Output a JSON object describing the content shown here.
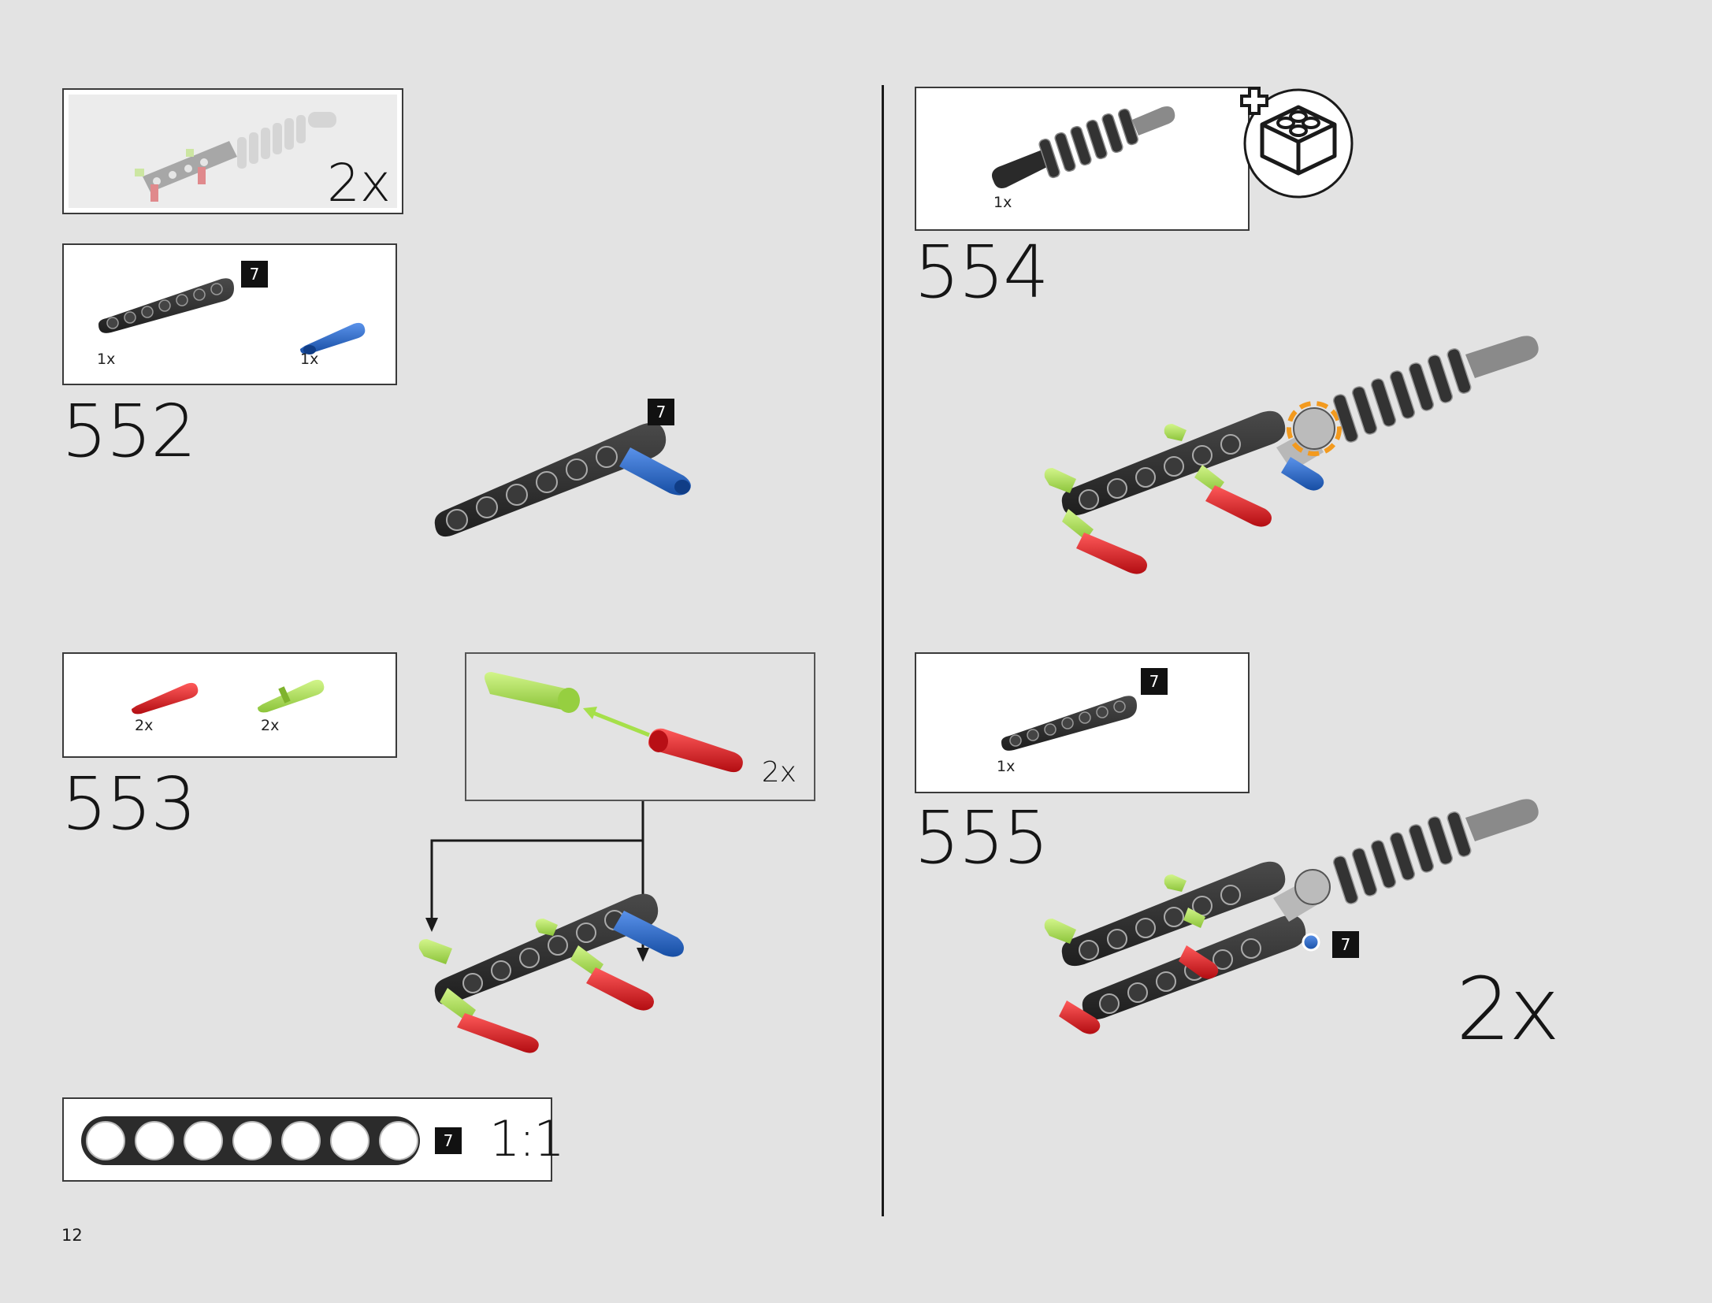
{
  "page": {
    "number": "12"
  },
  "subassembly": {
    "multiplier": "2x"
  },
  "steps": [
    {
      "number": "552",
      "parts": [
        {
          "qty": "1x",
          "name": "beam-7-black"
        },
        {
          "qty": "1x",
          "name": "axle-pin-blue"
        }
      ],
      "parts_tag": "7",
      "assembly_tag": "7"
    },
    {
      "number": "553",
      "parts": [
        {
          "qty": "2x",
          "name": "pin-red"
        },
        {
          "qty": "2x",
          "name": "pin-lime"
        }
      ],
      "callout_multiplier": "2x"
    },
    {
      "number": "554",
      "parts": [
        {
          "qty": "1x",
          "name": "shock-absorber"
        }
      ]
    },
    {
      "number": "555",
      "parts": [
        {
          "qty": "1x",
          "name": "beam-7-black"
        }
      ],
      "parts_tag": "7",
      "assembly_tag": "7",
      "multiplier": "2x"
    }
  ],
  "scale_bar": {
    "tag": "7",
    "ratio": "1:1"
  },
  "colors": {
    "background": "#e3e3e3",
    "beam": "#2b2b2b",
    "blue_pin": "#1f5fc4",
    "red_pin": "#d2121a",
    "lime_pin": "#a6e04a",
    "shock": "#333333",
    "orange_highlight": "#f39a1e"
  },
  "icons": [
    "plus-brick-icon",
    "arrow-icon"
  ]
}
